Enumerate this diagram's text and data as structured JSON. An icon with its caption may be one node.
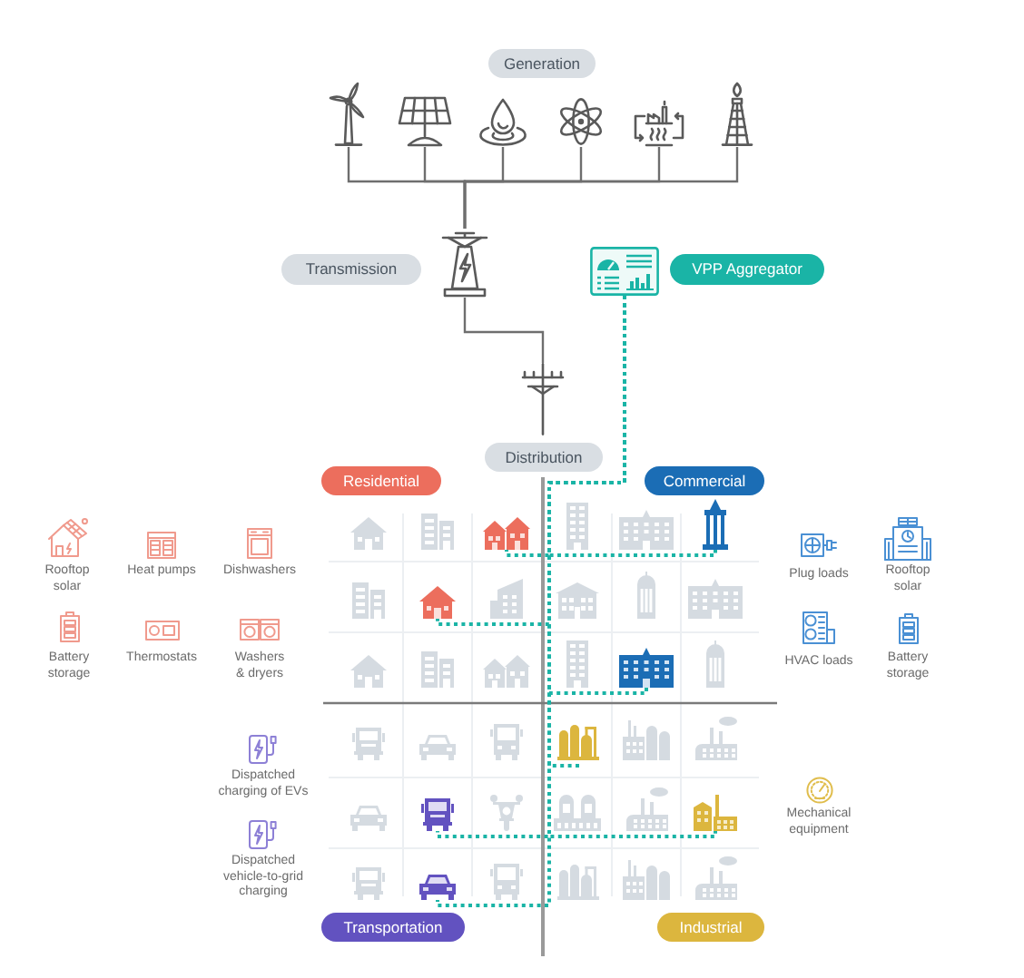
{
  "diagram": {
    "nodes": [
      {
        "text": [
          "Generation"
        ]
      },
      {
        "text": [],
        "shape": "picture"
      },
      {
        "text": [],
        "shape": "picture"
      },
      {
        "text": [],
        "shape": "picture"
      },
      {
        "text": [],
        "shape": "picture"
      },
      {
        "text": [],
        "shape": "picture"
      },
      {
        "text": [],
        "shape": "picture"
      },
      {
        "text": [
          "Transmission"
        ]
      },
      {
        "text": [],
        "shape": "picture"
      },
      {
        "text": [],
        "shape": "picture"
      },
      {
        "text": [
          "VPP Aggregator"
        ]
      },
      {
        "text": [],
        "shape": "picture"
      },
      {
        "text": [
          "Distribution"
        ]
      },
      {
        "text": [
          "Residential"
        ]
      },
      {
        "text": [
          "Commercial"
        ]
      },
      {
        "text": [],
        "shape": "picture"
      },
      {
        "text": [],
        "shape": "picture"
      },
      {
        "text": [],
        "shape": "picture"
      },
      {
        "text": [],
        "shape": "picture"
      },
      {
        "text": [],
        "shape": "picture"
      },
      {
        "text": [],
        "shape": "picture"
      },
      {
        "text": [],
        "shape": "picture"
      },
      {
        "text": [],
        "shape": "picture"
      },
      {
        "text": [
          "Transportation"
        ]
      },
      {
        "text": [
          "Industrial"
        ]
      }
    ],
    "edges": [
      {
        "from": 1,
        "to": 8,
        "arrow": "none"
      },
      {
        "from": 2,
        "to": 8,
        "arrow": "none"
      },
      {
        "from": 3,
        "to": 8,
        "arrow": "none"
      },
      {
        "from": 4,
        "to": 8,
        "arrow": "none"
      },
      {
        "from": 5,
        "to": 8,
        "arrow": "none"
      },
      {
        "from": 6,
        "to": 8,
        "arrow": "none"
      },
      {
        "from": 8,
        "to": 11,
        "arrow": "none"
      },
      {
        "from": 9,
        "to": 15,
        "arrow": "none",
        "style": "dashed",
        "color": "#1ab4a6"
      },
      {
        "from": 9,
        "to": 16,
        "arrow": "none",
        "style": "dashed",
        "color": "#1ab4a6"
      },
      {
        "from": 9,
        "to": 17,
        "arrow": "none",
        "style": "dashed",
        "color": "#1ab4a6"
      },
      {
        "from": 9,
        "to": 18,
        "arrow": "none",
        "style": "dashed",
        "color": "#1ab4a6"
      },
      {
        "from": 9,
        "to": 19,
        "arrow": "none",
        "style": "dashed",
        "color": "#1ab4a6"
      },
      {
        "from": 9,
        "to": 20,
        "arrow": "none",
        "style": "dashed",
        "color": "#1ab4a6"
      },
      {
        "from": 9,
        "to": 21,
        "arrow": "none",
        "style": "dashed",
        "color": "#1ab4a6"
      },
      {
        "from": 9,
        "to": 22,
        "arrow": "none",
        "style": "dashed",
        "color": "#1ab4a6"
      }
    ],
    "labels": [
      "Rooftop solar",
      "Heat pumps",
      "Dishwashers",
      "Plug loads",
      "Rooftop solar",
      "Battery storage",
      "Thermostats",
      "Washers & dryers",
      "HVAC loads",
      "Battery storage",
      "Dispatched charging of EVs",
      "Mechanical equipment",
      "Dispatched vehicle-to-grid charging"
    ]
  }
}
